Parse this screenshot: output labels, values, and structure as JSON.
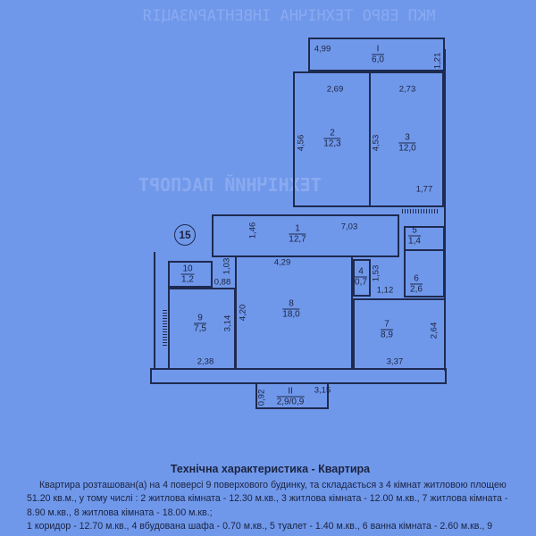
{
  "watermark": {
    "header": "МКП ЕВРО ТЕХНІЧНА ІНВЕНТАРИЗАЦІЯ",
    "passport": "ТЕХНІЧНИЙ ПАСПОРТ"
  },
  "plan": {
    "apartment_number": "15",
    "rooms": [
      {
        "id": "I",
        "area": "6,0"
      },
      {
        "id": "2",
        "area": "12,3"
      },
      {
        "id": "3",
        "area": "12,0"
      },
      {
        "id": "1",
        "area": "12,7"
      },
      {
        "id": "5",
        "area": "1,4"
      },
      {
        "id": "10",
        "area": "1,2"
      },
      {
        "id": "4",
        "area": "0,7"
      },
      {
        "id": "6",
        "area": "2,6"
      },
      {
        "id": "8",
        "area": "18,0"
      },
      {
        "id": "9",
        "area": "7,5"
      },
      {
        "id": "7",
        "area": "8,9"
      },
      {
        "id": "II",
        "area": "2,9/0,9"
      }
    ],
    "dimensions": {
      "d499": "4,99",
      "d121": "1,21",
      "d269": "2,69",
      "d273": "2,73",
      "d456": "4,56",
      "d453": "4,53",
      "d177": "1,77",
      "d146": "1,46",
      "d703": "7,03",
      "d103": "1,03",
      "d088": "0,88",
      "d429": "4,29",
      "d153": "1,53",
      "d112": "1,12",
      "d420": "4,20",
      "d314": "3,14",
      "d264": "2,64",
      "d238": "2,38",
      "d337": "3,37",
      "d092": "0,92",
      "d315": "3,15"
    }
  },
  "description": {
    "title": "Технічна характеристика - Квартира",
    "paragraph1": "Квартира розташован(а) на 4 поверсі 9 поверхового будинку, та складається з 4 кімнат житловою площею 51.20 кв.м., у тому числі : 2 житлова кімната - 12.30 м.кв., 3 житлова кімната - 12.00 м.кв., 7 житлова кімната - 8.90 м.кв., 8 житлова кімната - 18.00 м.кв.;",
    "paragraph2": "1 коридор - 12.70 м.кв., 4 вбудована шафа - 0.70 м.кв., 5 туалет - 1.40 м.кв., 6 ванна кімната - 2.60 м.кв., 9"
  }
}
